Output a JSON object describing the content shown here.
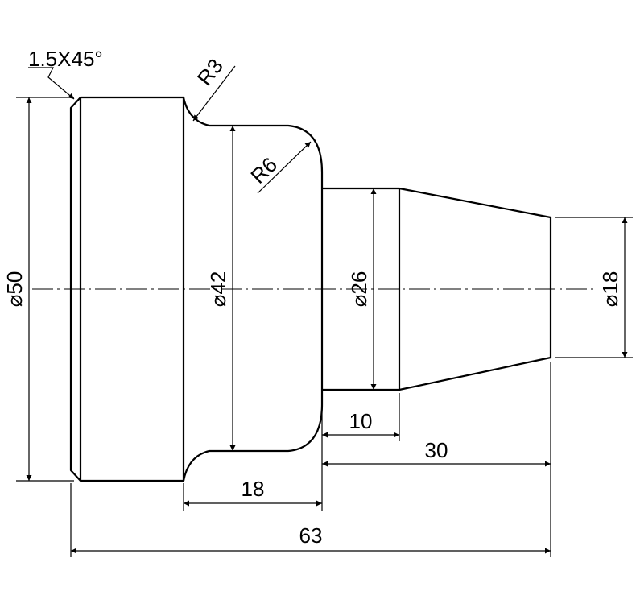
{
  "drawing": {
    "chamfer_label": "1.5X45°",
    "radius_labels": {
      "small": "R3",
      "large": "R6"
    },
    "diameter_labels": {
      "flange": "⌀50",
      "shoulder": "⌀42",
      "neck": "⌀26",
      "tip": "⌀18"
    },
    "length_labels": {
      "neck": "10",
      "taper": "30",
      "shoulder": "18",
      "overall": "63"
    }
  }
}
